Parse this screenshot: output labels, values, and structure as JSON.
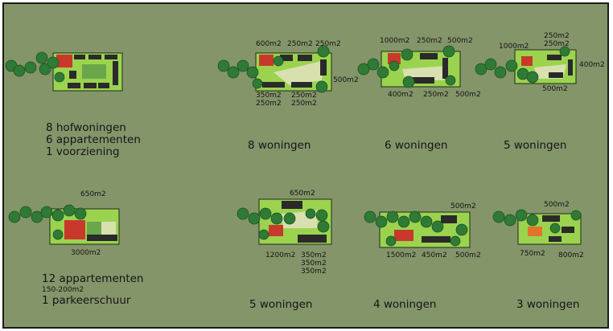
{
  "colors": {
    "background": "#84956a",
    "plot_green": "#9bd34f",
    "plot_border": "#1f2a1a",
    "courtyard": "#d8e0b0",
    "tree": "#2f7a35",
    "tree_edge": "#1b4d20",
    "roof_red": "#c8392b",
    "roof_orange": "#e0742a",
    "building_dark": "#2a2a2a",
    "hedge": "#6aa64a"
  },
  "variants": [
    {
      "id": "A1",
      "caption": [
        "8 hofwoningen",
        "6 appartementen",
        "1 voorziening"
      ],
      "areas": []
    },
    {
      "id": "B1",
      "caption": [
        "8 woningen"
      ],
      "areas": [
        "600m2",
        "250m2",
        "250m2",
        "500m2",
        "350m2",
        "250m2",
        "250m2",
        "250m2"
      ]
    },
    {
      "id": "C1",
      "caption": [
        "6 woningen"
      ],
      "areas": [
        "1000m2",
        "250m2",
        "500m2",
        "400m2",
        "250m2",
        "500m2"
      ]
    },
    {
      "id": "D1",
      "caption": [
        "5 woningen"
      ],
      "areas": [
        "250m2",
        "250m2",
        "1000m2",
        "400m2",
        "500m2"
      ]
    },
    {
      "id": "A2",
      "caption": [
        "12 appartementen",
        "150-200m2",
        "1 parkeerschuur"
      ],
      "areas": [
        "650m2",
        "3000m2"
      ]
    },
    {
      "id": "B2",
      "caption": [
        "5 woningen"
      ],
      "areas": [
        "650m2",
        "1200m2",
        "350m2",
        "350m2",
        "350m2"
      ]
    },
    {
      "id": "C2",
      "caption": [
        "4 woningen"
      ],
      "areas": [
        "500m2",
        "1500m2",
        "450m2",
        "500m2"
      ]
    },
    {
      "id": "D2",
      "caption": [
        "3 woningen"
      ],
      "areas": [
        "500m2",
        "750m2",
        "800m2"
      ]
    }
  ]
}
